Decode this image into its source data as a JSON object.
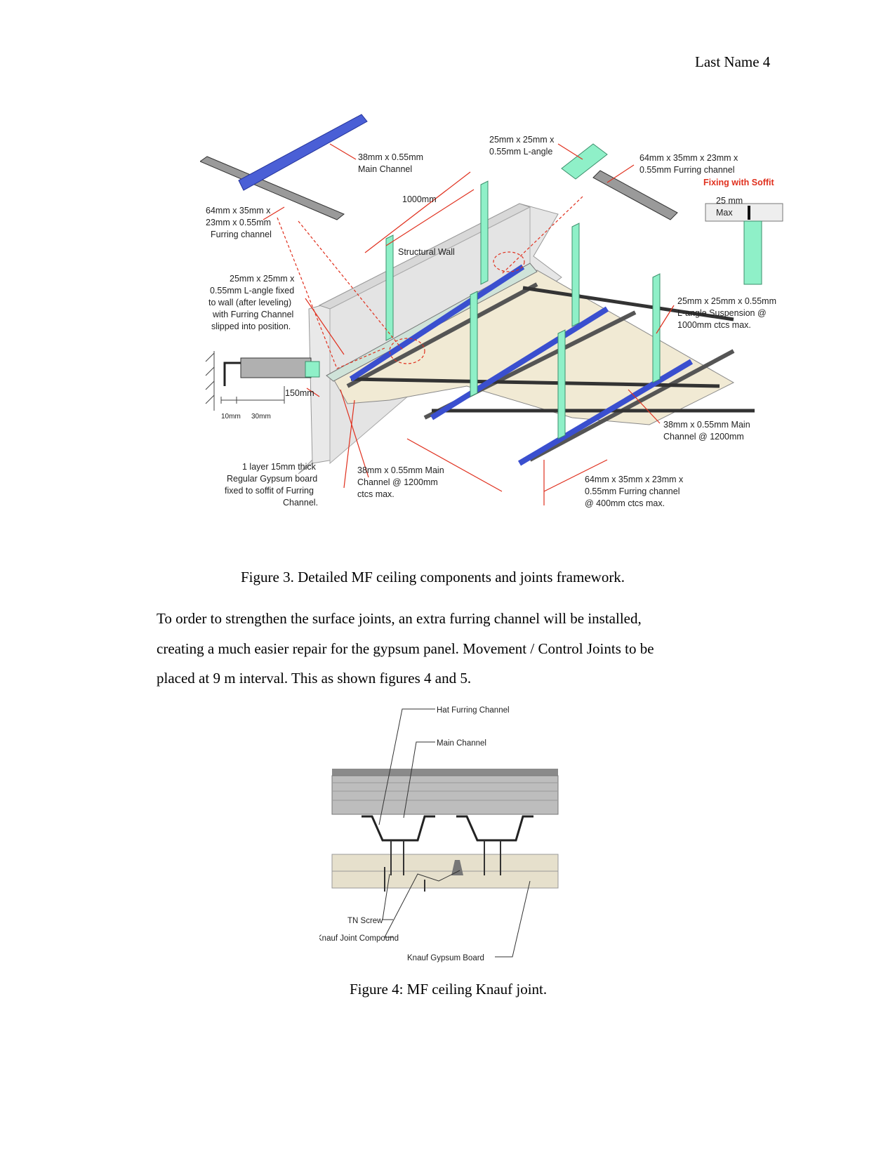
{
  "header": {
    "text": "Last Name 4"
  },
  "figure3": {
    "labels": {
      "main_channel_top": [
        "38mm x 0.55mm",
        "Main Channel"
      ],
      "l_angle_top": [
        "25mm x 25mm x",
        "0.55mm L-angle"
      ],
      "furring_top_right": [
        "64mm x 35mm x 23mm x",
        "0.55mm Furring channel"
      ],
      "fixing_soffit": "Fixing with Soffit",
      "max_label": [
        "25 mm",
        "Max"
      ],
      "dim_1000": "1000mm",
      "furring_left": [
        "64mm x 35mm x",
        "23mm x 0.55mm",
        "Furring channel"
      ],
      "structural_wall": "Structural Wall",
      "l_angle_wall": [
        "25mm x 25mm x",
        "0.55mm L-angle fixed",
        "to wall (after leveling)",
        "with Furring Channel",
        "slipped into position."
      ],
      "l_angle_suspension": [
        "25mm x 25mm x 0.55mm",
        "L-angle Suspension @",
        "1000mm ctcs max."
      ],
      "dim_150": "150mm",
      "dim_10": "10mm",
      "dim_30": "30mm",
      "main_channel_right": [
        "38mm x 0.55mm Main",
        "Channel @ 1200mm"
      ],
      "gypsum_layer": [
        "1 layer 15mm thick",
        "Regular Gypsum board",
        "fixed to soffit of Furring",
        "Channel."
      ],
      "main_channel_bottom": [
        "38mm  x 0.55mm Main",
        "Channel @ 1200mm",
        "ctcs max."
      ],
      "furring_bottom": [
        "64mm x 35mm x 23mm x",
        "0.55mm Furring channel",
        "@ 400mm ctcs max."
      ]
    },
    "colors": {
      "main_channel": "#4a5fd6",
      "l_angle": "#8ff0c8",
      "leader": "#e0301e",
      "board": "#f1ead4",
      "wall": "#e6e6e6"
    },
    "caption": "Figure 3. Detailed MF ceiling components and joints framework."
  },
  "paragraph": {
    "lines": [
      "To order to strengthen the surface joints, an extra furring channel will be installed,",
      "creating a much easier repair for the gypsum panel. Movement / Control Joints to be",
      "placed at 9 m interval. This as shown figures 4 and 5."
    ]
  },
  "figure4": {
    "labels": {
      "hat_furring": "Hat Furring Channel",
      "main_channel": "Main Channel",
      "tn_screw": "TN Screw",
      "joint_compound": "Knauf Joint Compound",
      "gypsum_board": "Knauf Gypsum Board"
    },
    "caption": "Figure 4: MF ceiling Knauf joint."
  }
}
